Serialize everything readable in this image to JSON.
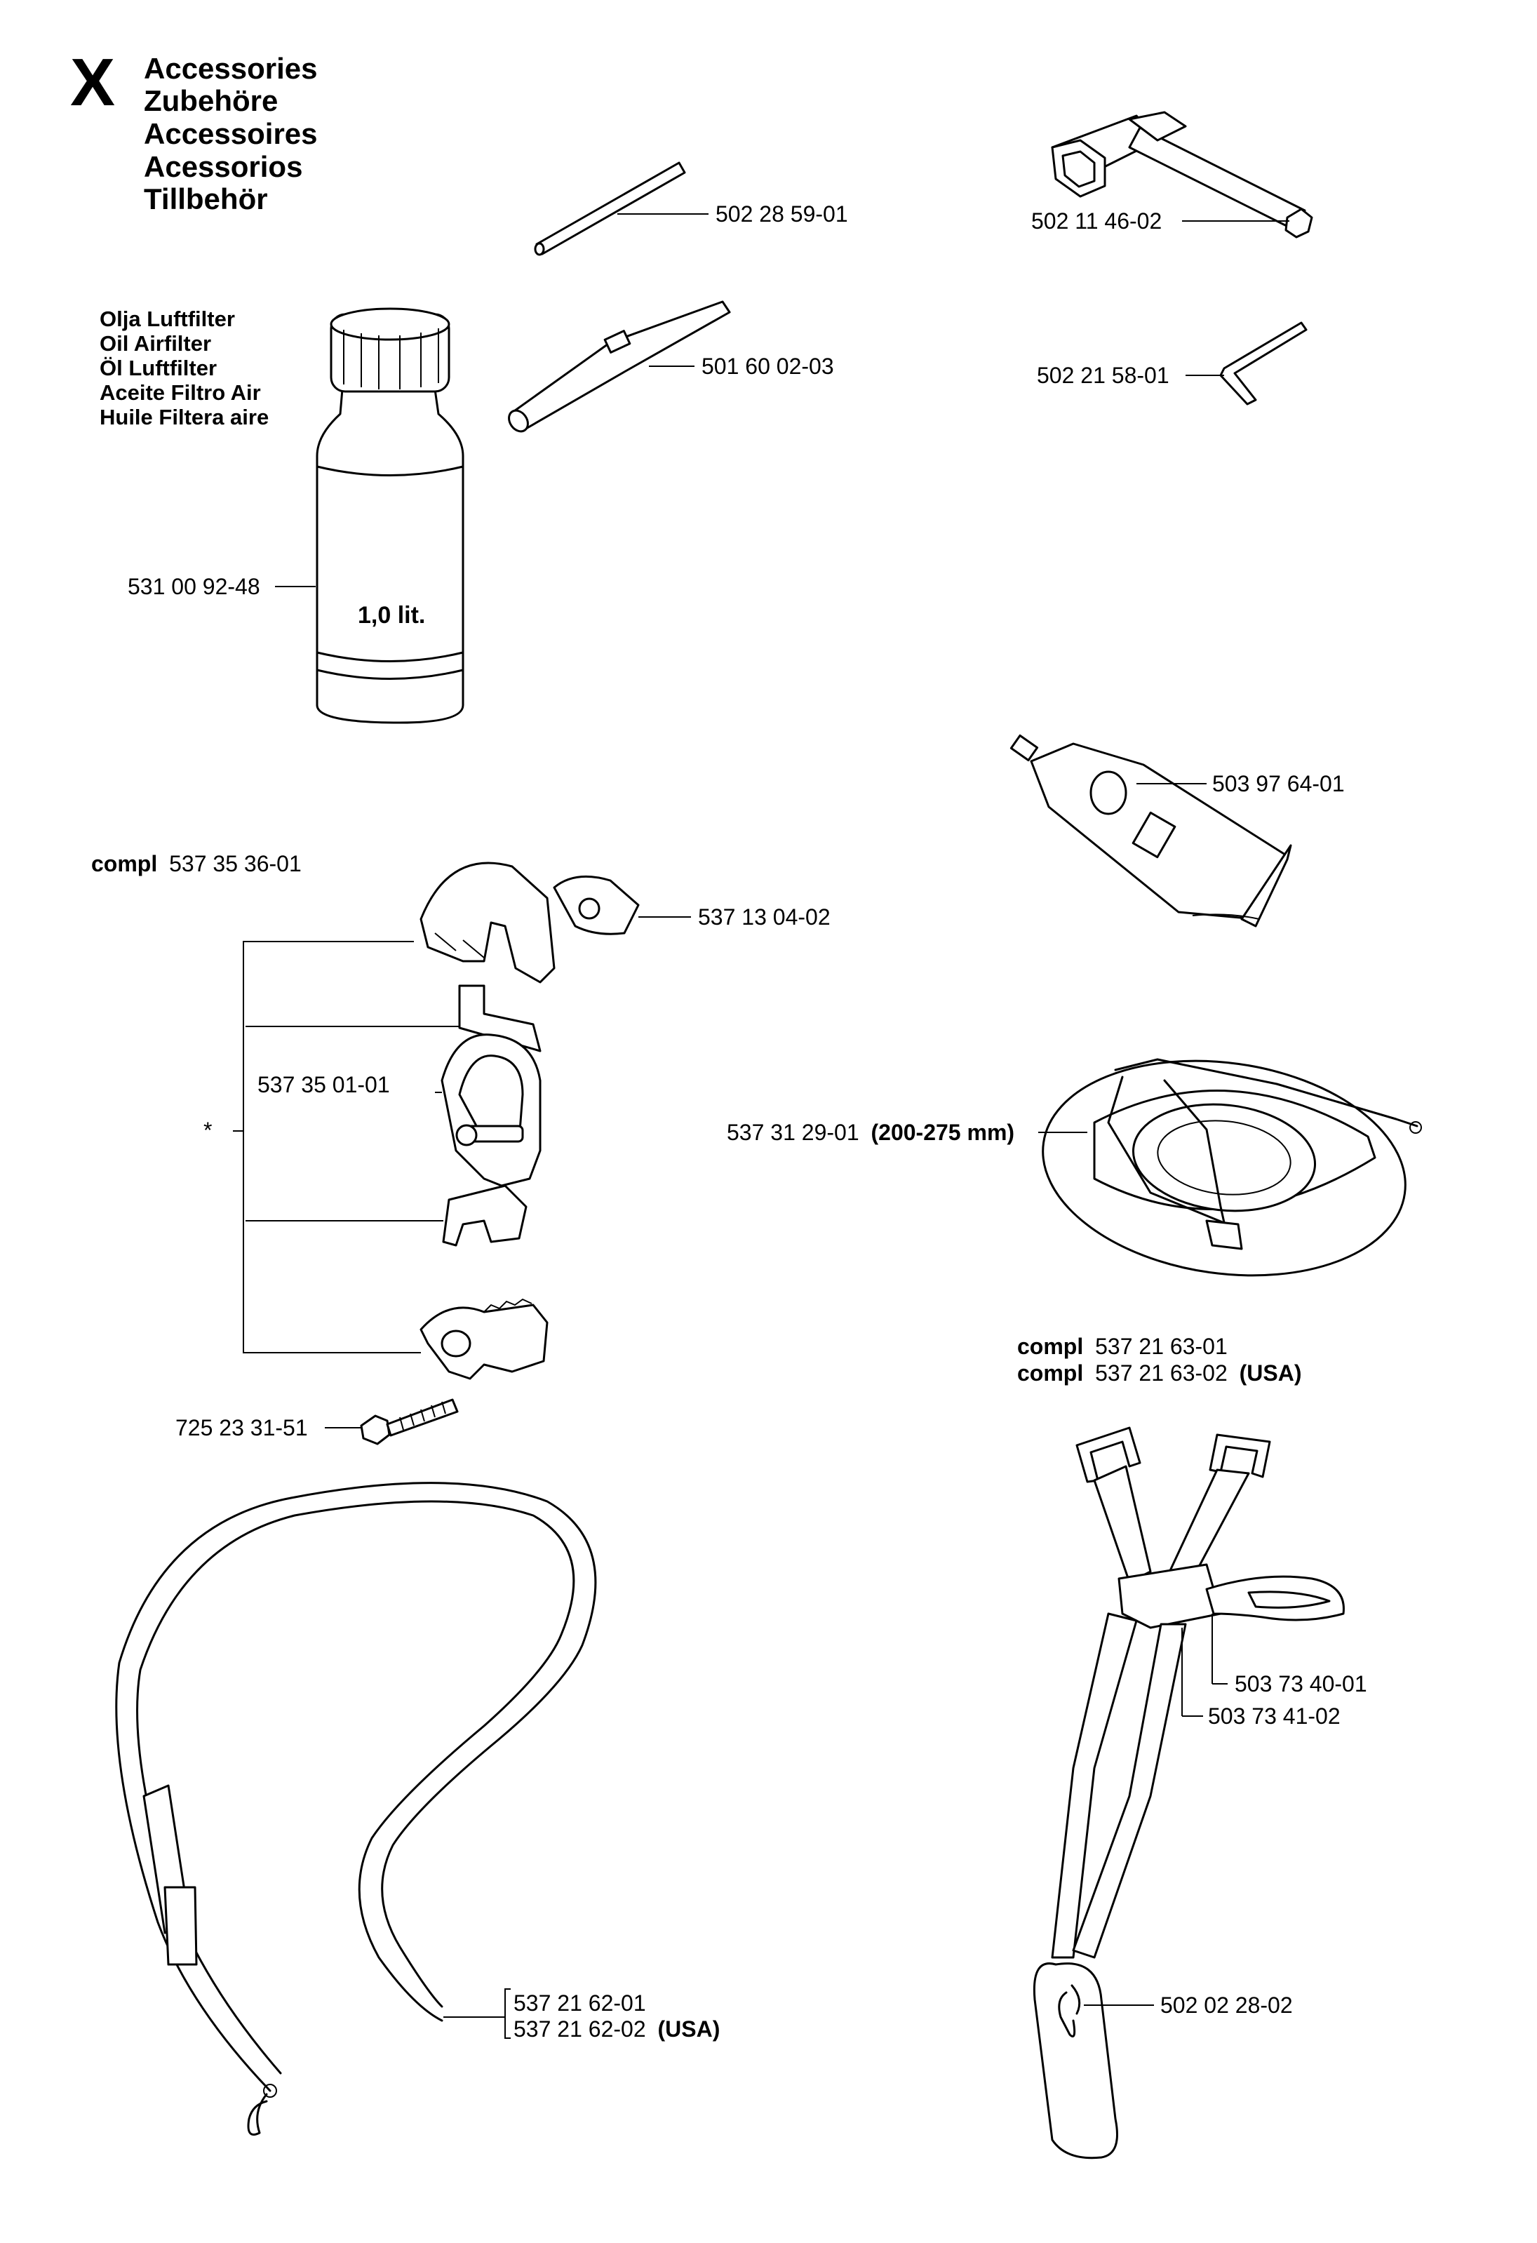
{
  "section": {
    "letter": "X",
    "titles": [
      "Accessories",
      "Zubehöre",
      "Accessoires",
      "Acessorios",
      "Tillbehör"
    ]
  },
  "oil": {
    "headings": [
      "Olja Luftfilter",
      "Oil Airfilter",
      "Öl Luftfilter",
      "Aceite Filtro Air",
      "Huile Filtera aire"
    ],
    "volume": "1,0 lit.",
    "part": "531 00 92-48"
  },
  "parts": {
    "p1": "502 28 59-01",
    "p2": "502 11 46-02",
    "p3": "501 60 02-03",
    "p4": "502 21 58-01",
    "p5": "503 97 64-01",
    "p6": "537 13 04-02",
    "p7": "537 35 01-01",
    "p8": "725 23 31-51",
    "p9": "537 31 29-01",
    "p9_note": "(200-275 mm)",
    "p10": "503 73 40-01",
    "p11": "503 73 41-02",
    "p12": "502 02 28-02",
    "p13a": "537 21 62-01",
    "p13b": "537 21 62-02",
    "p13b_note": "(USA)"
  },
  "assemblies": {
    "compl_word": "compl",
    "clamp": "537 35 36-01",
    "harness_a": "537 21 63-01",
    "harness_b": "537 21 63-02",
    "harness_b_note": "(USA)",
    "star": "*"
  }
}
